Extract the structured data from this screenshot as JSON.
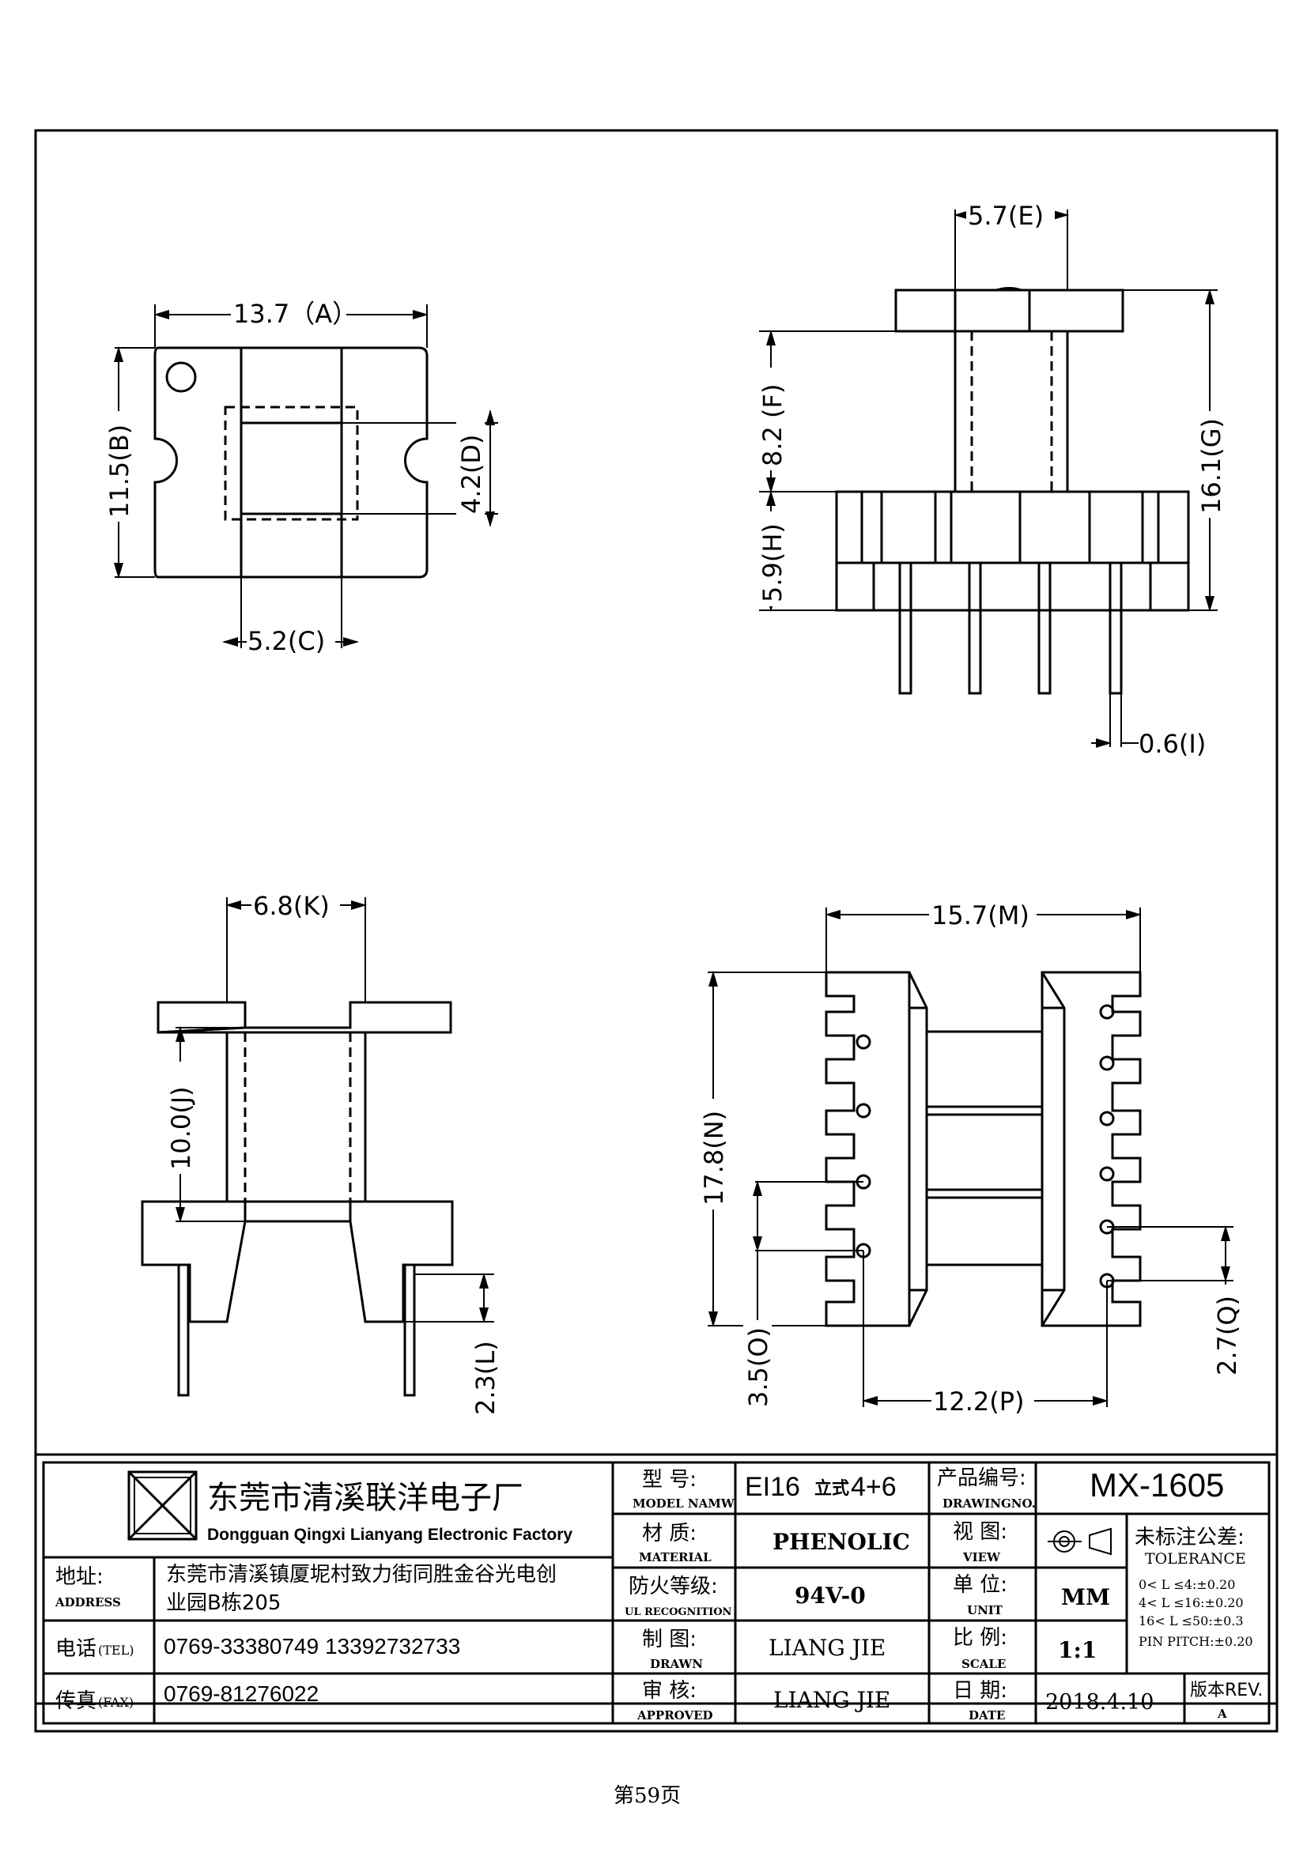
{
  "dimensions": {
    "A": "13.7（A）",
    "B": "11.5(B)",
    "C": "5.2(C)",
    "D": "4.2(D)",
    "E": "5.7(E)",
    "F": "8.2 (F)",
    "G": "16.1(G)",
    "H": "5.9(H)",
    "I": "0.6(I)",
    "K": "6.8(K)",
    "J": "10.0(J)",
    "L": "2.3(L)",
    "M": "15.7(M)",
    "N": "17.8(N)",
    "O": "3.5(O)",
    "P": "12.2(P)",
    "Q": "2.7(Q)"
  },
  "title_block": {
    "company_cn": "东莞市清溪联洋电子厂",
    "company_en": "Dongguan Qingxi Lianyang Electronic Factory",
    "address_label_cn": "地址:",
    "address_label_en": "ADDRESS",
    "address_line1": "东莞市清溪镇厦坭村致力街同胜金谷光电创",
    "address_line2": "业园B栋205",
    "tel_label_cn": "电话",
    "tel_label_en": "(TEL)",
    "tel_value": "0769-33380749    13392732733",
    "fax_label_cn": "传真",
    "fax_label_en": "(FAX)",
    "fax_value": "0769-81276022",
    "model_label_cn": "型  号:",
    "model_label_en": "MODEL NAMW",
    "model_value_a": "EI16",
    "model_value_b": "立式",
    "model_value_c": "4+6",
    "drawing_no_label_cn": "产品编号:",
    "drawing_no_label_en": "DRAWINGNO.",
    "drawing_no_value": "MX-1605",
    "material_label_cn": "材  质:",
    "material_label_en": "MATERIAL",
    "material_value": "PHENOLIC",
    "view_label_cn": "视  图:",
    "view_label_en": "VIEW",
    "tolerance_label_cn": "未标注公差:",
    "tolerance_label_en": "TOLERANCE",
    "tolerance_lines": [
      "0< L  ≤4:±0.20",
      "4< L  ≤16:±0.20",
      "16< L  ≤50:±0.3",
      "PIN PITCH:±0.20"
    ],
    "ul_label_cn": "防火等级:",
    "ul_label_en": "UL RECOGNITION",
    "ul_value": "94V-0",
    "unit_label_cn": "单  位:",
    "unit_label_en": "UNIT",
    "unit_value": "MM",
    "drawn_label_cn": "制  图:",
    "drawn_label_en": "DRAWN",
    "drawn_value": "LIANG JIE",
    "scale_label_cn": "比  例:",
    "scale_label_en": "SCALE",
    "scale_value": "1:1",
    "approved_label_cn": "审  核:",
    "approved_label_en": "APPROVED",
    "approved_value": "LIANG JIE",
    "date_label_cn": "日  期:",
    "date_label_en": "DATE",
    "date_value": "2018.4.10",
    "rev_label": "版本REV.",
    "rev_value": "A"
  },
  "page_number": "第59页"
}
